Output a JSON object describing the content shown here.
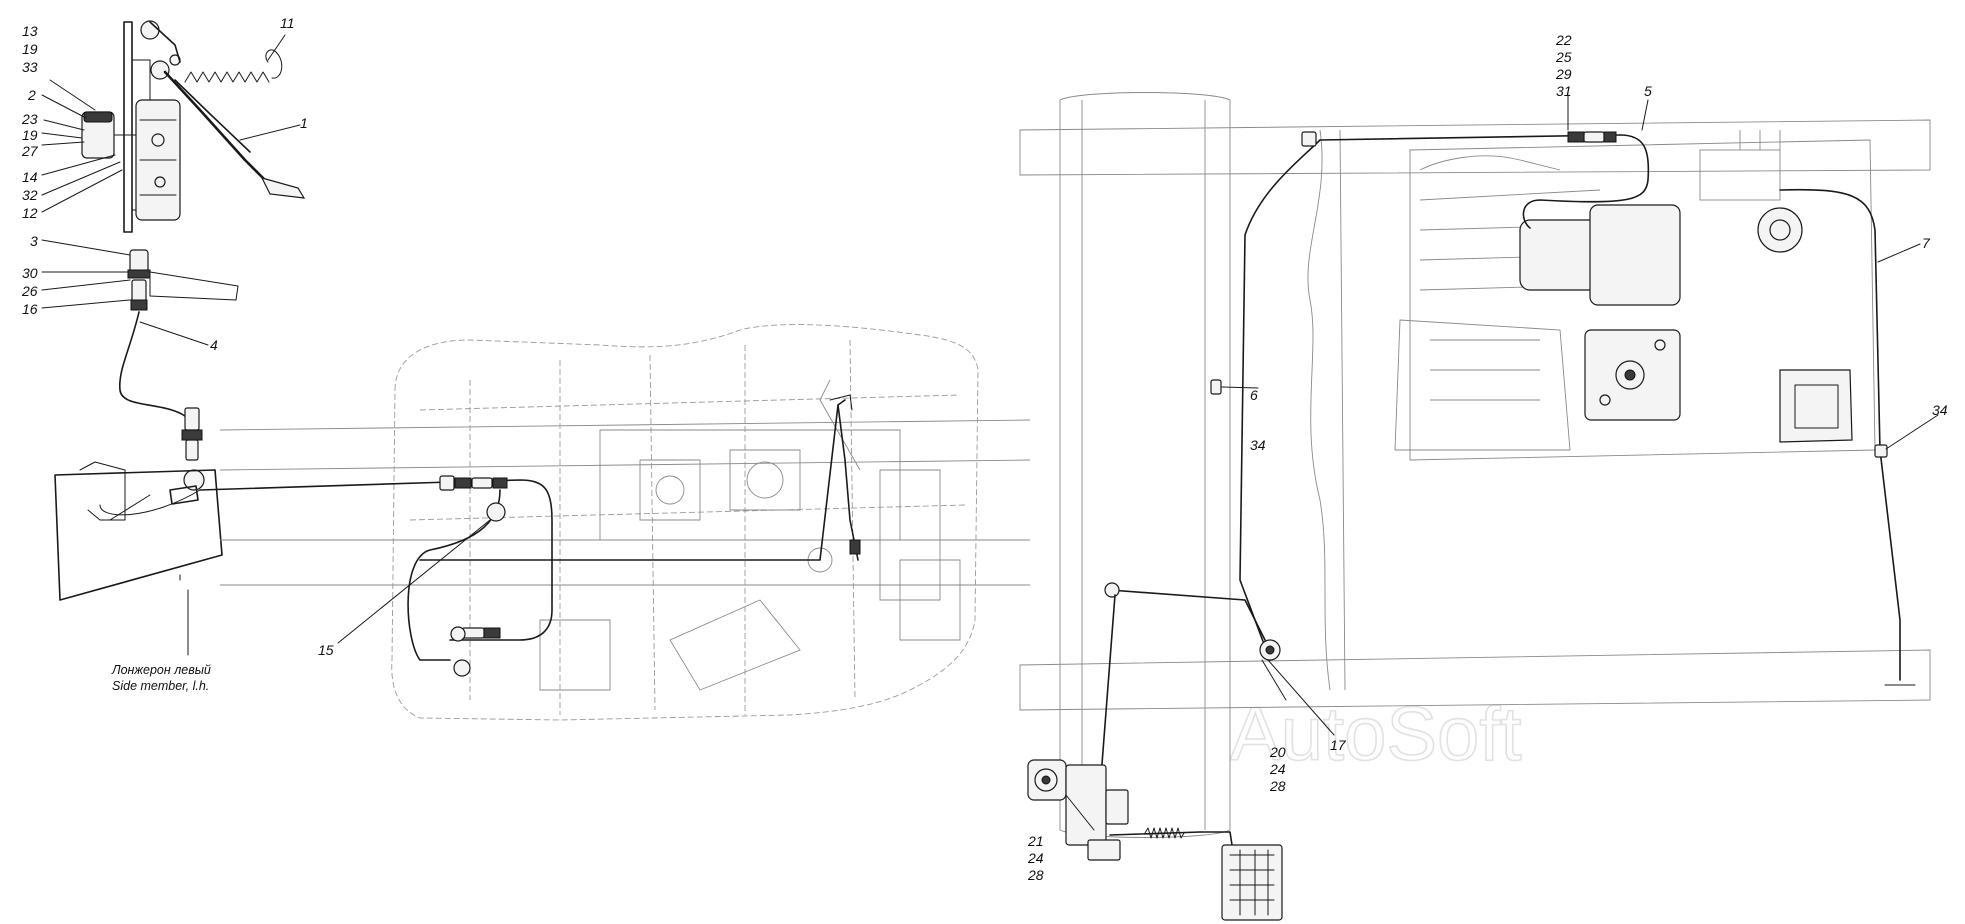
{
  "callouts": {
    "c13": "13",
    "c19a": "19",
    "c33": "33",
    "c11": "11",
    "c2": "2",
    "c23": "23",
    "c19b": "19",
    "c27": "27",
    "c1": "1",
    "c14": "14",
    "c32": "32",
    "c12": "12",
    "c3": "3",
    "c30": "30",
    "c26": "26",
    "c16": "16",
    "c4": "4",
    "c15": "15",
    "c22": "22",
    "c25": "25",
    "c29": "29",
    "c31": "31",
    "c5": "5",
    "c7": "7",
    "c6": "6",
    "c34a": "34",
    "c34b": "34",
    "c20": "20",
    "c24a": "24",
    "c28a": "28",
    "c17": "17",
    "c21": "21",
    "c24b": "24",
    "c28b": "28"
  },
  "notes": {
    "side_member_ru": "Лонжерон левый",
    "side_member_en": "Side member, l.h."
  },
  "watermark": "AutoSoft"
}
